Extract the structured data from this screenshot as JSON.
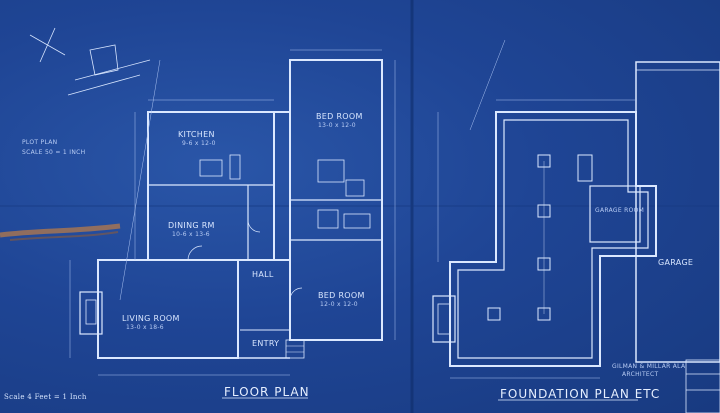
{
  "sheet": {
    "scale_note": "Scale 4 Feet = 1 Inch",
    "plot_plan_label": "PLOT PLAN",
    "plot_plan_scale": "SCALE 50 = 1 INCH"
  },
  "floor_plan": {
    "title": "FLOOR PLAN",
    "rooms": {
      "kitchen": "KITCHEN",
      "kitchen_dim": "9-6 x 12-0",
      "dining": "DINING RM",
      "dining_dim": "10-6 x 13-6",
      "living": "LIVING ROOM",
      "living_dim": "13-0 x 18-6",
      "hall": "HALL",
      "entry": "ENTRY",
      "bed_room_1": "BED ROOM",
      "bed_room_1_dim": "13-0 x 12-0",
      "bed_room_2": "BED ROOM",
      "bed_room_2_dim": "12-0 x 12-0"
    }
  },
  "foundation_plan": {
    "title": "FOUNDATION PLAN ETC",
    "garage": "GARAGE",
    "garage_room": "GARAGE ROOM"
  },
  "title_block": {
    "architect_line1": "GILMAN & MILLAR ALA",
    "architect_line2": "ARCHITECT"
  },
  "colors": {
    "paper": "#1f4595",
    "linework": "#d8e6ff"
  }
}
